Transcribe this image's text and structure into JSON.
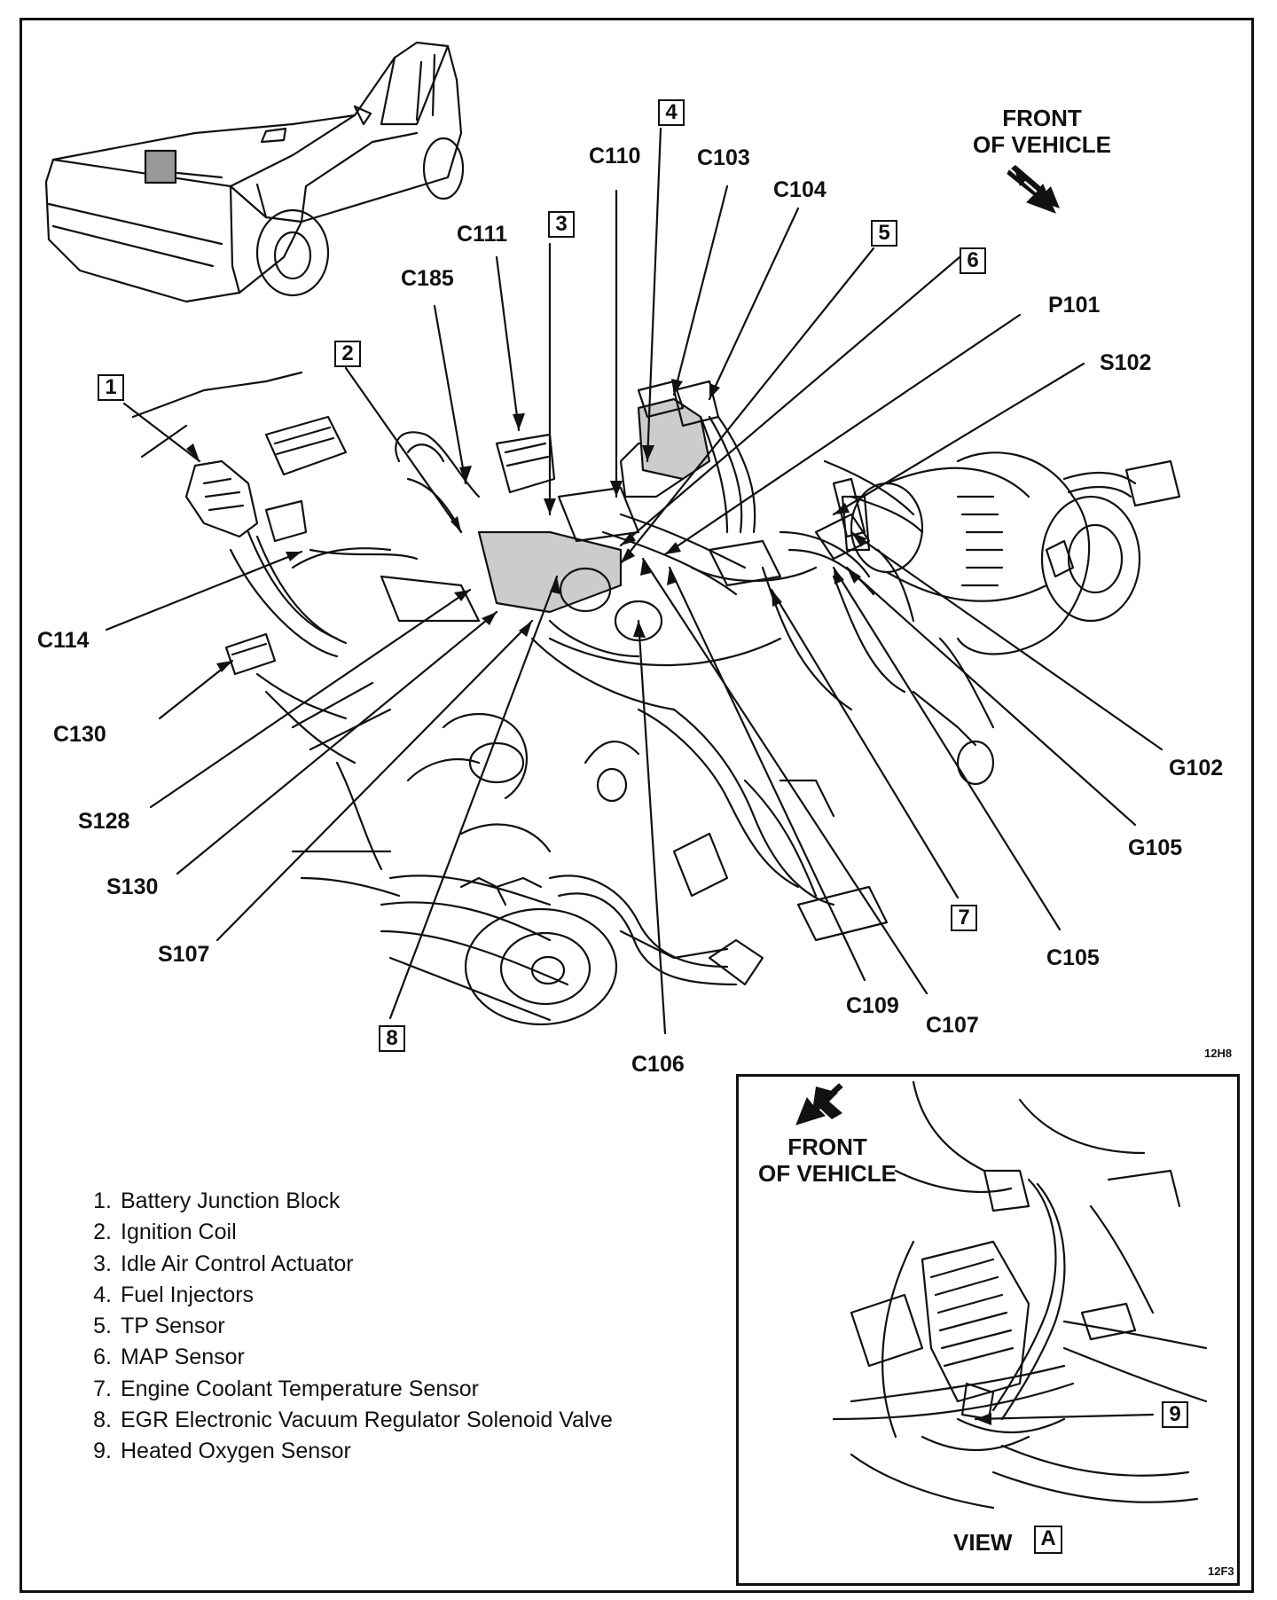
{
  "front_label_main": {
    "line1": "FRONT",
    "line2": "OF VEHICLE"
  },
  "front_label_inset": {
    "line1": "FRONT",
    "line2": "OF VEHICLE"
  },
  "callout_numbers": [
    "1",
    "2",
    "3",
    "4",
    "5",
    "6",
    "7",
    "8",
    "9"
  ],
  "connector_labels": {
    "C110": "C110",
    "C103": "C103",
    "C104": "C104",
    "C111": "C111",
    "C185": "C185",
    "P101": "P101",
    "S102": "S102",
    "C114": "C114",
    "C130": "C130",
    "S128": "S128",
    "S130": "S130",
    "S107": "S107",
    "G102": "G102",
    "G105": "G105",
    "C105": "C105",
    "C109": "C109",
    "C107": "C107",
    "C106": "C106"
  },
  "figure_codes": {
    "main": "12H8",
    "inset": "12F3"
  },
  "legend": [
    {
      "num": "1.",
      "text": "Battery Junction Block"
    },
    {
      "num": "2.",
      "text": "Ignition Coil"
    },
    {
      "num": "3.",
      "text": "Idle Air Control Actuator"
    },
    {
      "num": "4.",
      "text": "Fuel Injectors"
    },
    {
      "num": "5.",
      "text": "TP Sensor"
    },
    {
      "num": "6.",
      "text": "MAP Sensor"
    },
    {
      "num": "7.",
      "text": "Engine Coolant Temperature Sensor"
    },
    {
      "num": "8.",
      "text": "EGR Electronic Vacuum Regulator Solenoid Valve"
    },
    {
      "num": "9.",
      "text": "Heated Oxygen Sensor"
    }
  ],
  "view": {
    "prefix": "VIEW",
    "letter": "A"
  }
}
